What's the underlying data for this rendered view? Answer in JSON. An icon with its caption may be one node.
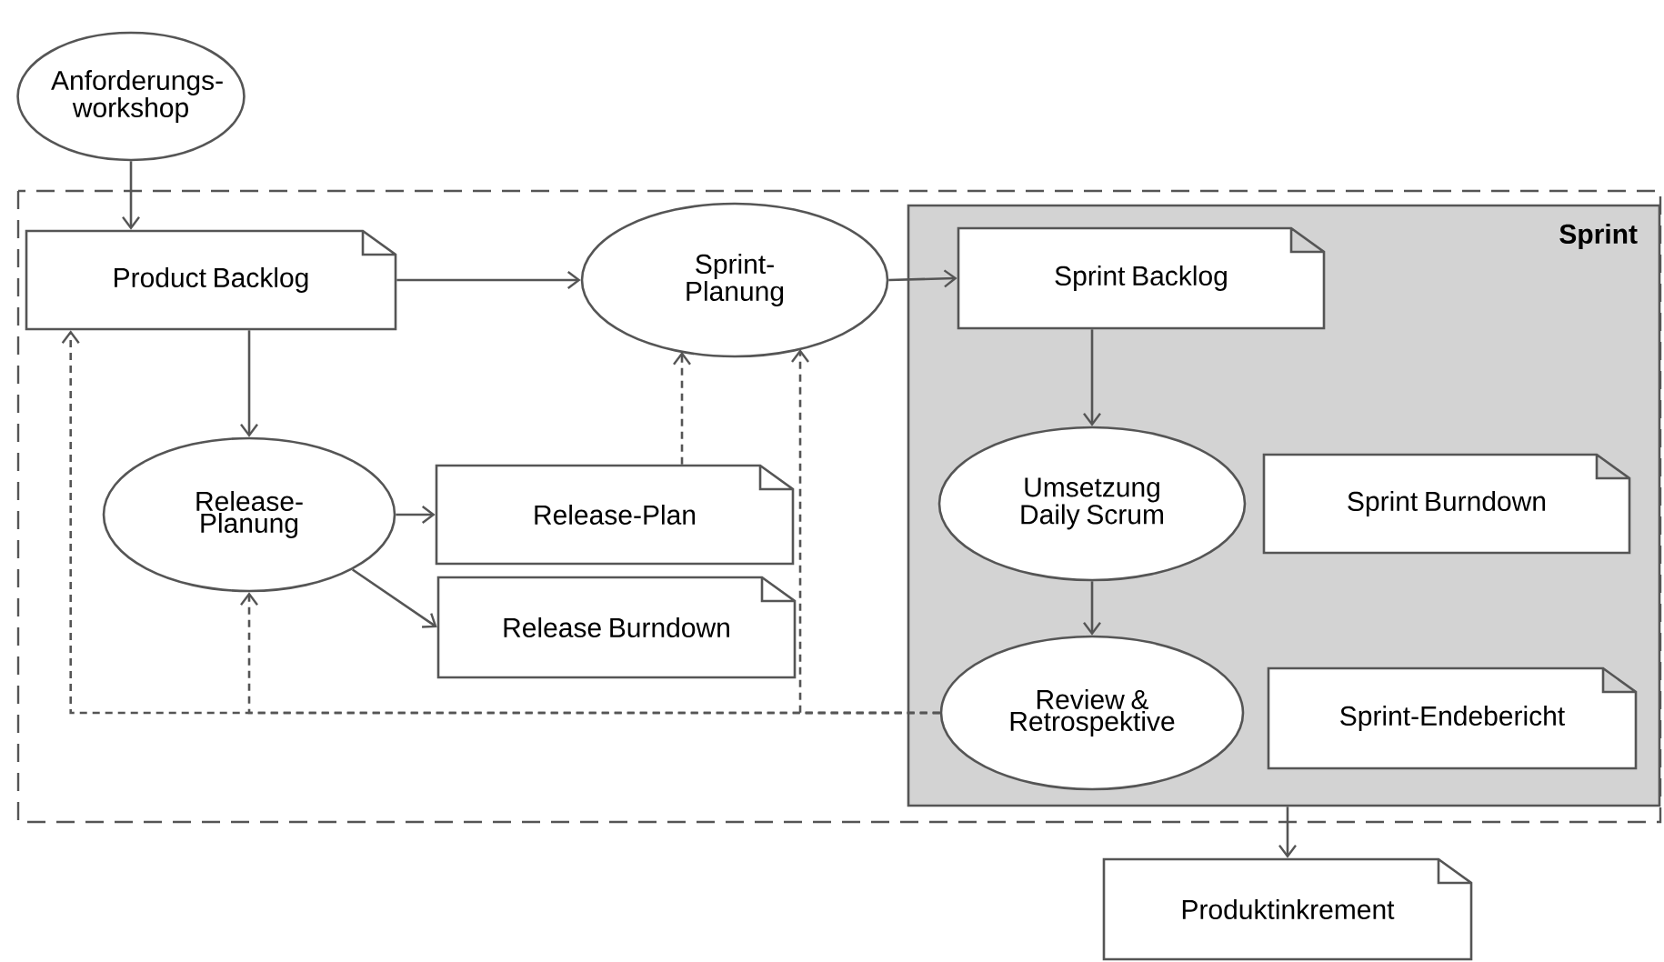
{
  "diagram": {
    "nodes": [
      {
        "text": [
          "Anforderungs- workshop"
        ]
      },
      {
        "text": [
          "Product Backlog"
        ]
      },
      {
        "text": [
          "Sprint- Planung"
        ]
      },
      {
        "text": [
          "Release- Planung"
        ]
      },
      {
        "text": [
          "Release-Plan"
        ]
      },
      {
        "text": [
          "Release Burndown"
        ]
      },
      {
        "text": [
          "Sprint"
        ]
      },
      {
        "text": [
          "Sprint Backlog"
        ],
        "in": 6
      },
      {
        "text": [
          "Umsetzung Daily Scrum"
        ],
        "in": 6
      },
      {
        "text": [
          "Sprint Burndown"
        ],
        "in": 6
      },
      {
        "text": [
          "Review & Retrospektive"
        ],
        "in": 6
      },
      {
        "text": [
          "Sprint-Endebericht"
        ],
        "in": 6
      },
      {
        "text": [
          "Produktinkrement"
        ]
      }
    ],
    "edges": [
      {
        "from": 0,
        "to": 1,
        "arrow": "to"
      },
      {
        "from": 1,
        "to": 2,
        "arrow": "to"
      },
      {
        "from": 2,
        "to": 7,
        "arrow": "to"
      },
      {
        "from": 1,
        "to": 3,
        "arrow": "to"
      },
      {
        "from": 3,
        "to": 4,
        "arrow": "to"
      },
      {
        "from": 3,
        "to": 5,
        "arrow": "to"
      },
      {
        "from": 7,
        "to": 8,
        "arrow": "to"
      },
      {
        "from": 8,
        "to": 10,
        "arrow": "to"
      },
      {
        "from": 6,
        "to": 12,
        "arrow": "to"
      },
      {
        "from": 4,
        "to": 2,
        "arrow": "to",
        "style": "dashed"
      },
      {
        "from": 10,
        "to": 1,
        "arrow": "to",
        "style": "dashed"
      },
      {
        "from": 10,
        "to": 3,
        "arrow": "to",
        "style": "dashed"
      },
      {
        "from": 10,
        "to": 2,
        "arrow": "to",
        "style": "dashed"
      }
    ]
  }
}
